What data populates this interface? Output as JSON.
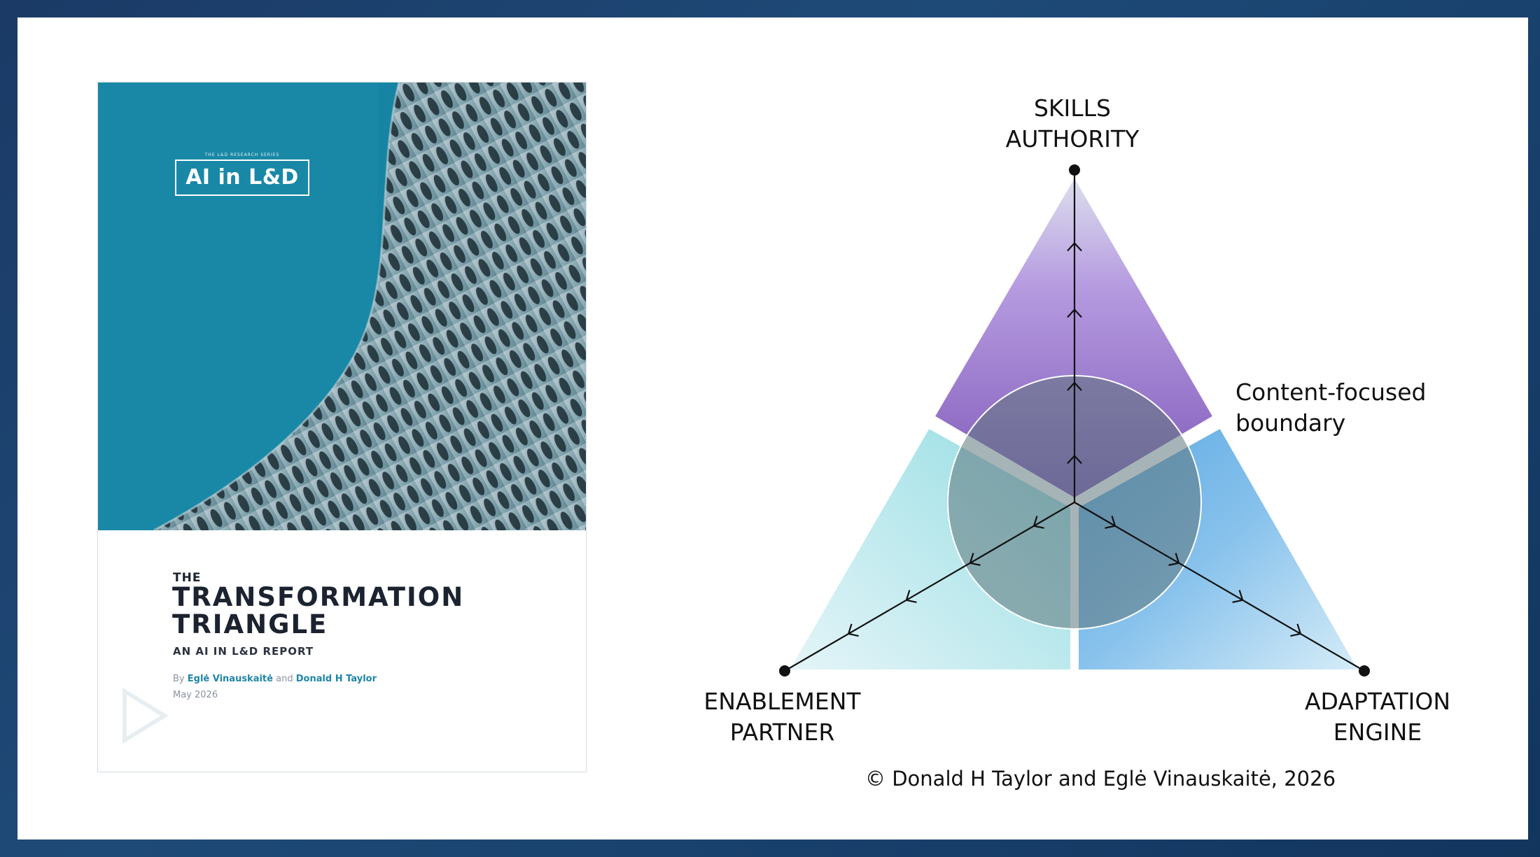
{
  "cover": {
    "series_kicker": "THE L&D RESEARCH SERIES",
    "series_name": "AI in L&D",
    "kicker": "THE",
    "title_line1": "TRANSFORMATION",
    "title_line2": "TRIANGLE",
    "subtitle": "AN AI IN L&D REPORT",
    "by": "By",
    "author1": "Eglė Vinauskaitė",
    "and": "and",
    "author2": "Donald H Taylor",
    "date": "May 2026"
  },
  "diagram": {
    "top_label_line1": "SKILLS",
    "top_label_line2": "AUTHORITY",
    "boundary_line1": "Content-focused",
    "boundary_line2": "boundary",
    "left_label_line1": "ENABLEMENT",
    "left_label_line2": "PARTNER",
    "right_label_line1": "ADAPTATION",
    "right_label_line2": "ENGINE",
    "colors": {
      "skills_authority": "#8f6cc6",
      "enablement_partner": "#8fdde4",
      "adaptation_engine": "#5ba9e3",
      "boundary_circle": "#6b7f84"
    }
  },
  "copyright": "© Donald H Taylor and Eglė Vinauskaitė, 2026"
}
